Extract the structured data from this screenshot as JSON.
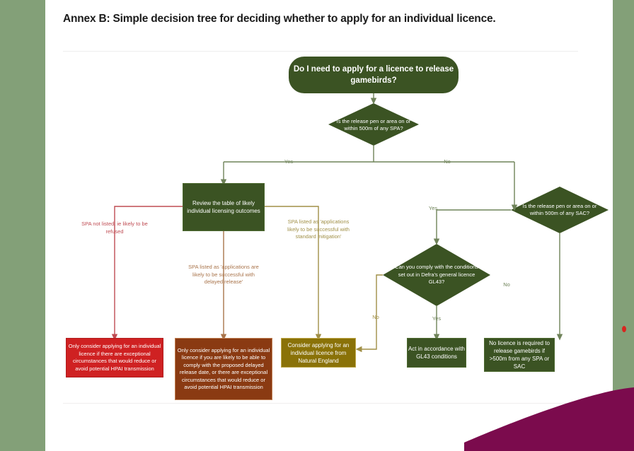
{
  "slide": {
    "title": "Annex B: Simple decision tree for deciding whether to apply for an individual licence."
  },
  "colors": {
    "background": "#83a078",
    "page": "#ffffff",
    "dark_green": "#3b5323",
    "red": "#cf2122",
    "brown": "#8a3a12",
    "olive": "#8a7208",
    "magenta_swoosh": "#7b0b4d",
    "accent_dot": "#d8261f",
    "edge_green": "#6f8359",
    "edge_red": "#bf4b52",
    "edge_brown": "#a9744b",
    "edge_olive": "#a08f46"
  },
  "chart_data": {
    "type": "diagram",
    "title": "Annex B: Simple decision tree for deciding whether to apply for an individual licence.",
    "nodes": [
      {
        "id": "start",
        "shape": "rounded-rectangle",
        "color": "#3b5323",
        "label": "Do I need to apply for a licence to release gamebirds?"
      },
      {
        "id": "q_spa",
        "shape": "diamond",
        "color": "#3b5323",
        "label": "Is the release pen or area on or within 500m of any SPA?"
      },
      {
        "id": "review",
        "shape": "rectangle",
        "color": "#3b5323",
        "label": "Review the table of likely individual licensing outcomes"
      },
      {
        "id": "q_sac",
        "shape": "diamond",
        "color": "#3b5323",
        "label": "Is the release pen or area on or within 500m of any SAC?"
      },
      {
        "id": "q_gl43",
        "shape": "diamond",
        "color": "#3b5323",
        "label": "Can you comply with the conditions set out in Defra's general licence GL43?"
      },
      {
        "id": "out_refused",
        "shape": "rectangle",
        "color": "#cf2122",
        "label": "Only consider applying for an individual licence if there are exceptional circumstances that would reduce or avoid potential HPAI transmission"
      },
      {
        "id": "out_delayed",
        "shape": "rectangle",
        "color": "#8a3a12",
        "label": "Only consider applying for an individual licence if you are likely to be able to comply with the proposed delayed release date, or there are exceptional circumstances that would reduce or avoid potential HPAI transmission"
      },
      {
        "id": "out_apply",
        "shape": "rectangle",
        "color": "#8a7208",
        "label": "Consider applying for an individual licence from Natural England"
      },
      {
        "id": "out_gl43",
        "shape": "rectangle",
        "color": "#3b5323",
        "label": "Act in accordance with GL43 conditions"
      },
      {
        "id": "out_none",
        "shape": "rectangle",
        "color": "#3b5323",
        "label": "No licence is required to release gamebirds if >500m from any SPA or SAC"
      }
    ],
    "edges": [
      {
        "from": "start",
        "to": "q_spa",
        "label": ""
      },
      {
        "from": "q_spa",
        "to": "review",
        "label": "Yes"
      },
      {
        "from": "q_spa",
        "to": "q_sac",
        "label": "No"
      },
      {
        "from": "review",
        "to": "out_refused",
        "label": "SPA not listed, ie likely to be refused"
      },
      {
        "from": "review",
        "to": "out_delayed",
        "label": "SPA listed as 'applications are likely to be successful with delayed release'"
      },
      {
        "from": "review",
        "to": "out_apply",
        "label": "SPA listed as 'applications likely to be successful with standard mitigation'"
      },
      {
        "from": "q_sac",
        "to": "q_gl43",
        "label": "Yes"
      },
      {
        "from": "q_sac",
        "to": "out_none",
        "label": "No"
      },
      {
        "from": "q_gl43",
        "to": "out_gl43",
        "label": "Yes"
      },
      {
        "from": "q_gl43",
        "to": "out_apply",
        "label": "No"
      }
    ]
  },
  "nodes": {
    "start": {
      "label": "Do I need to apply for a licence to release gamebirds?"
    },
    "q_spa": {
      "label": "Is the release pen or area on or within 500m of any SPA?"
    },
    "review": {
      "label": "Review the table of likely individual licensing outcomes"
    },
    "q_sac": {
      "label": "Is the release pen or area on or within 500m of any SAC?"
    },
    "q_gl43": {
      "label": "Can you comply with the conditions set out in Defra's general licence GL43?"
    },
    "out_refused": {
      "label": "Only consider applying for an individual licence if there are exceptional circumstances that would reduce or avoid potential HPAI transmission"
    },
    "out_delayed": {
      "label": "Only consider applying for an individual licence if you are likely to be able to comply with the proposed delayed release date, or there are exceptional circumstances that would reduce or avoid potential HPAI transmission"
    },
    "out_apply": {
      "label": "Consider applying for an individual licence from Natural England"
    },
    "out_gl43": {
      "label": "Act in accordance with GL43 conditions"
    },
    "out_none": {
      "label": "No licence is required to release gamebirds if >500m from any SPA or SAC"
    }
  },
  "edge_labels": {
    "spa_yes": "Yes",
    "spa_no": "No",
    "spa_not_listed": "SPA not listed, ie likely to be refused",
    "spa_delayed": "SPA listed as 'applications are likely to be successful with delayed release'",
    "spa_standard": "SPA listed as 'applications likely to be successful with standard mitigation'",
    "sac_yes": "Yes",
    "sac_no": "No",
    "gl43_yes": "Yes",
    "gl43_no": "No"
  }
}
